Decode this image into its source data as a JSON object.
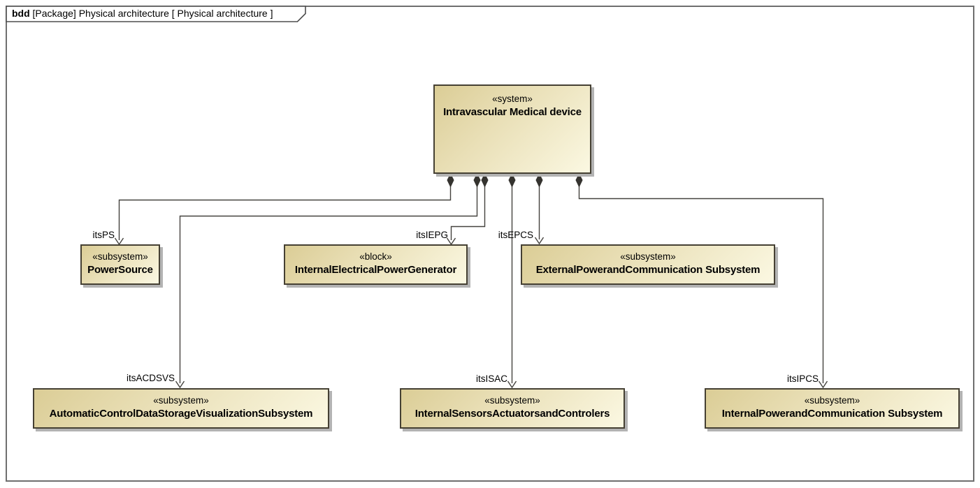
{
  "diagram_tab": {
    "keyword": "bdd",
    "title": " [Package] Physical architecture [ Physical architecture ]"
  },
  "nodes": {
    "system": {
      "stereotype": "«system»",
      "name": "Intravascular Medical device"
    },
    "power_source": {
      "stereotype": "«subsystem»",
      "name": "PowerSource"
    },
    "iepg": {
      "stereotype": "«block»",
      "name": "InternalElectricalPowerGenerator"
    },
    "epcs": {
      "stereotype": "«subsystem»",
      "name": "ExternalPowerandCommunication Subsystem"
    },
    "acdsvs": {
      "stereotype": "«subsystem»",
      "name": "AutomaticControlDataStorageVisualizationSubsystem"
    },
    "isac": {
      "stereotype": "«subsystem»",
      "name": "InternalSensorsActuatorsandControlers"
    },
    "ipcs": {
      "stereotype": "«subsystem»",
      "name": "InternalPowerandCommunication Subsystem"
    }
  },
  "connector_labels": {
    "ps": "itsPS",
    "acdsvs": "itsACDSVS",
    "iepg": "itsIEPG",
    "isac": "itsISAC",
    "epcs": "itsEPCS",
    "ipcs": "itsIPCS"
  },
  "colors": {
    "node_fill_dark": "#dbcd96",
    "node_fill_light": "#fbf8e2",
    "node_border": "#454033",
    "connector": "#44423e",
    "shadow": "#b3b3b3",
    "frame_border": "#6f6f6f",
    "text": "#000000"
  }
}
